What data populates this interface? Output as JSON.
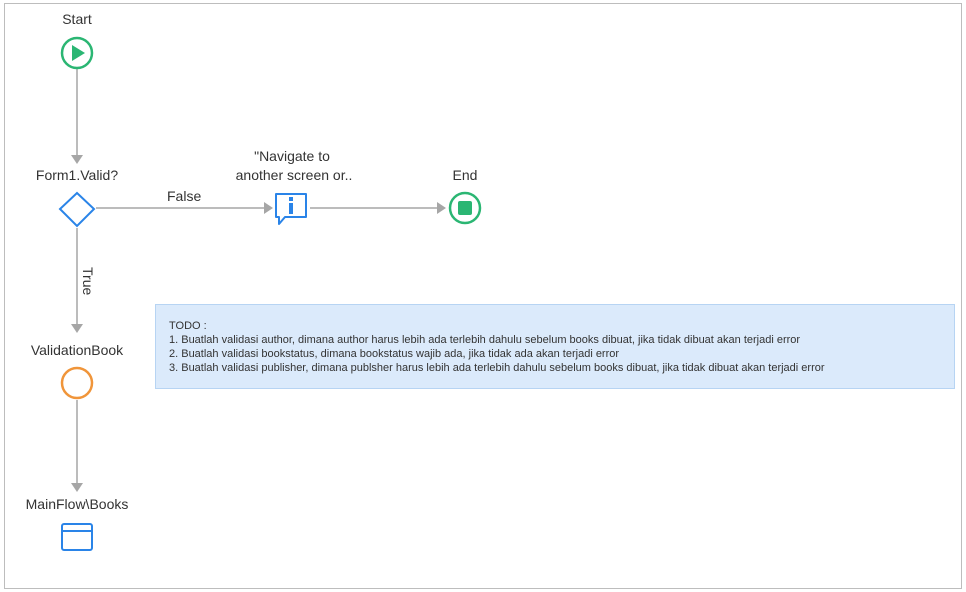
{
  "nodes": {
    "start": {
      "label": "Start",
      "icon": "play-icon",
      "color": "#2bb673"
    },
    "decision": {
      "label": "Form1.Valid?",
      "icon": "diamond-icon",
      "color": "#2a84e8"
    },
    "message": {
      "label_line1": "\"Navigate to",
      "label_line2": "another screen or..",
      "icon": "info-message-icon",
      "color": "#2a84e8"
    },
    "end": {
      "label": "End",
      "icon": "stop-icon",
      "color": "#2bb673"
    },
    "validation": {
      "label": "ValidationBook",
      "icon": "circle-icon",
      "color": "#f0953a"
    },
    "screen": {
      "label": "MainFlow\\Books",
      "icon": "screen-icon",
      "color": "#2a84e8"
    }
  },
  "edges": {
    "false_label": "False",
    "true_label": "True",
    "color": "#a6a6a6"
  },
  "todo": {
    "title": "TODO :",
    "lines": [
      "1. Buatlah validasi author, dimana author harus lebih ada terlebih dahulu sebelum books dibuat, jika tidak dibuat akan terjadi error",
      "2. Buatlah validasi bookstatus, dimana bookstatus wajib ada, jika tidak ada akan terjadi error",
      "3. Buatlah validasi publisher, dimana publsher harus lebih ada terlebih dahulu sebelum books dibuat, jika tidak dibuat akan terjadi error"
    ],
    "bg_color": "#dbeafb"
  }
}
